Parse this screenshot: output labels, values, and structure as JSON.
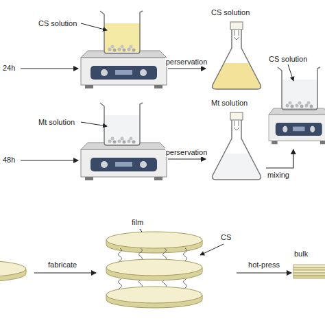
{
  "diagram": {
    "nodes": [
      {
        "text": [
          "CS solution"
        ]
      },
      {
        "text": [
          "CS solution"
        ]
      },
      {
        "text": [
          "Mt solution"
        ]
      },
      {
        "text": [
          "Mt solution"
        ]
      },
      {
        "text": [
          "CS solution"
        ]
      },
      {
        "text": [
          "film",
          "CS"
        ]
      },
      {
        "text": [
          "bulk"
        ]
      }
    ],
    "edges": [
      {
        "from": 0,
        "to": 1,
        "label": "perservation",
        "arrow": "to"
      },
      {
        "from": 2,
        "to": 3,
        "label": "perservation",
        "arrow": "to"
      },
      {
        "from": 3,
        "to": 4,
        "label": "mixing",
        "arrow": "to"
      },
      {
        "from": 5,
        "to": 6,
        "label": "hot-press",
        "arrow": "to"
      }
    ],
    "labels": [
      "24h",
      "48h",
      "fabricate"
    ]
  }
}
